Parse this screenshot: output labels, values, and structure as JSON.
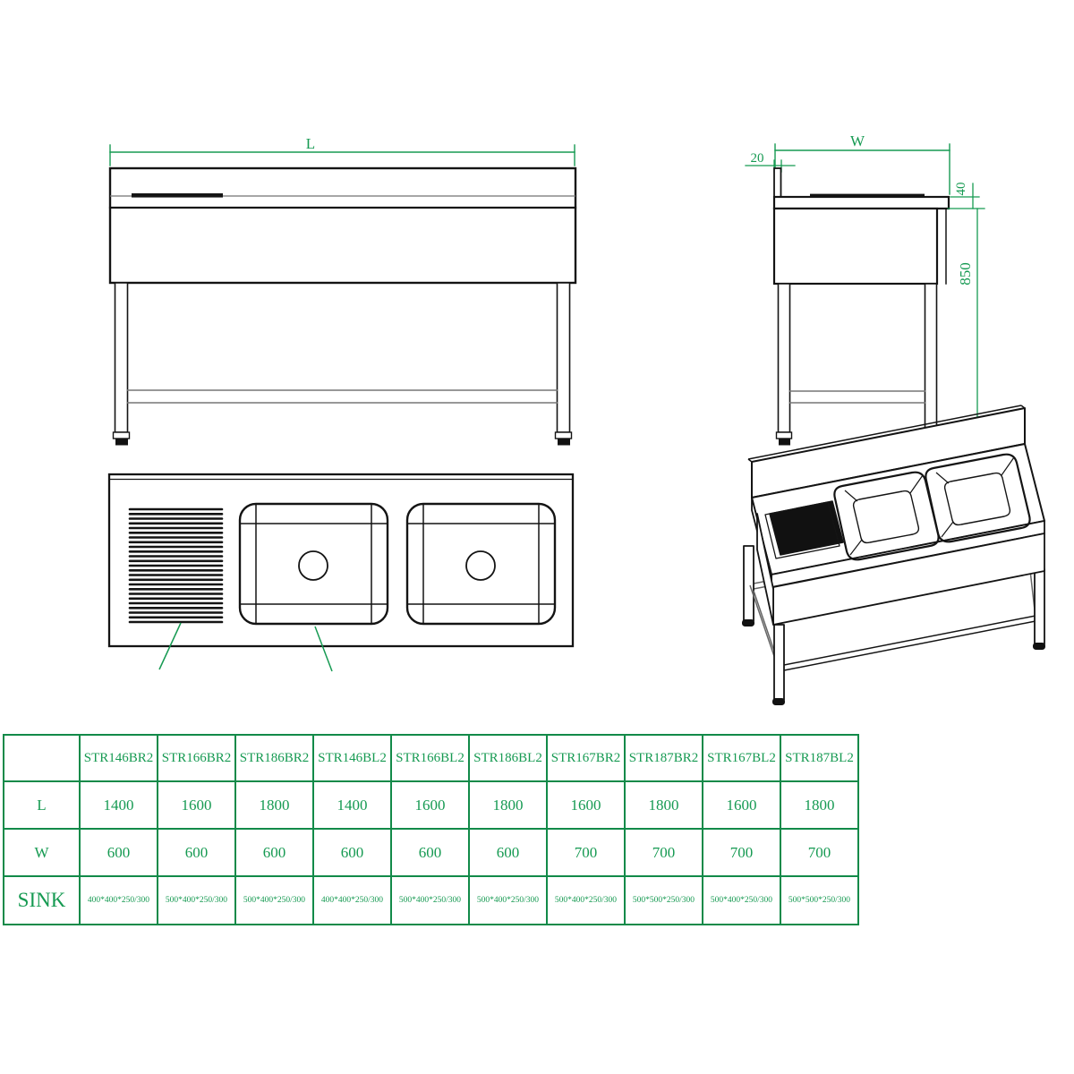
{
  "views": {
    "front": {
      "length_dim_label": "L"
    },
    "side": {
      "width_dim_label": "W",
      "backsplash_thickness": "20",
      "counter_thickness": "40",
      "overall_height": "850"
    }
  },
  "colors": {
    "dimension_green": "#169a52",
    "drawing_black": "#141414",
    "table_border_green": "#128a49"
  },
  "spec_table": {
    "models": [
      "STR146BR2",
      "STR166BR2",
      "STR186BR2",
      "STR146BL2",
      "STR166BL2",
      "STR186BL2",
      "STR167BR2",
      "STR187BR2",
      "STR167BL2",
      "STR187BL2"
    ],
    "rows": [
      {
        "label": "L",
        "values": [
          "1400",
          "1600",
          "1800",
          "1400",
          "1600",
          "1800",
          "1600",
          "1800",
          "1600",
          "1800"
        ]
      },
      {
        "label": "W",
        "values": [
          "600",
          "600",
          "600",
          "600",
          "600",
          "600",
          "700",
          "700",
          "700",
          "700"
        ]
      },
      {
        "label": "SINK",
        "values": [
          "400*400*250/300",
          "500*400*250/300",
          "500*400*250/300",
          "400*400*250/300",
          "500*400*250/300",
          "500*400*250/300",
          "500*400*250/300",
          "500*500*250/300",
          "500*400*250/300",
          "500*500*250/300"
        ]
      }
    ]
  }
}
